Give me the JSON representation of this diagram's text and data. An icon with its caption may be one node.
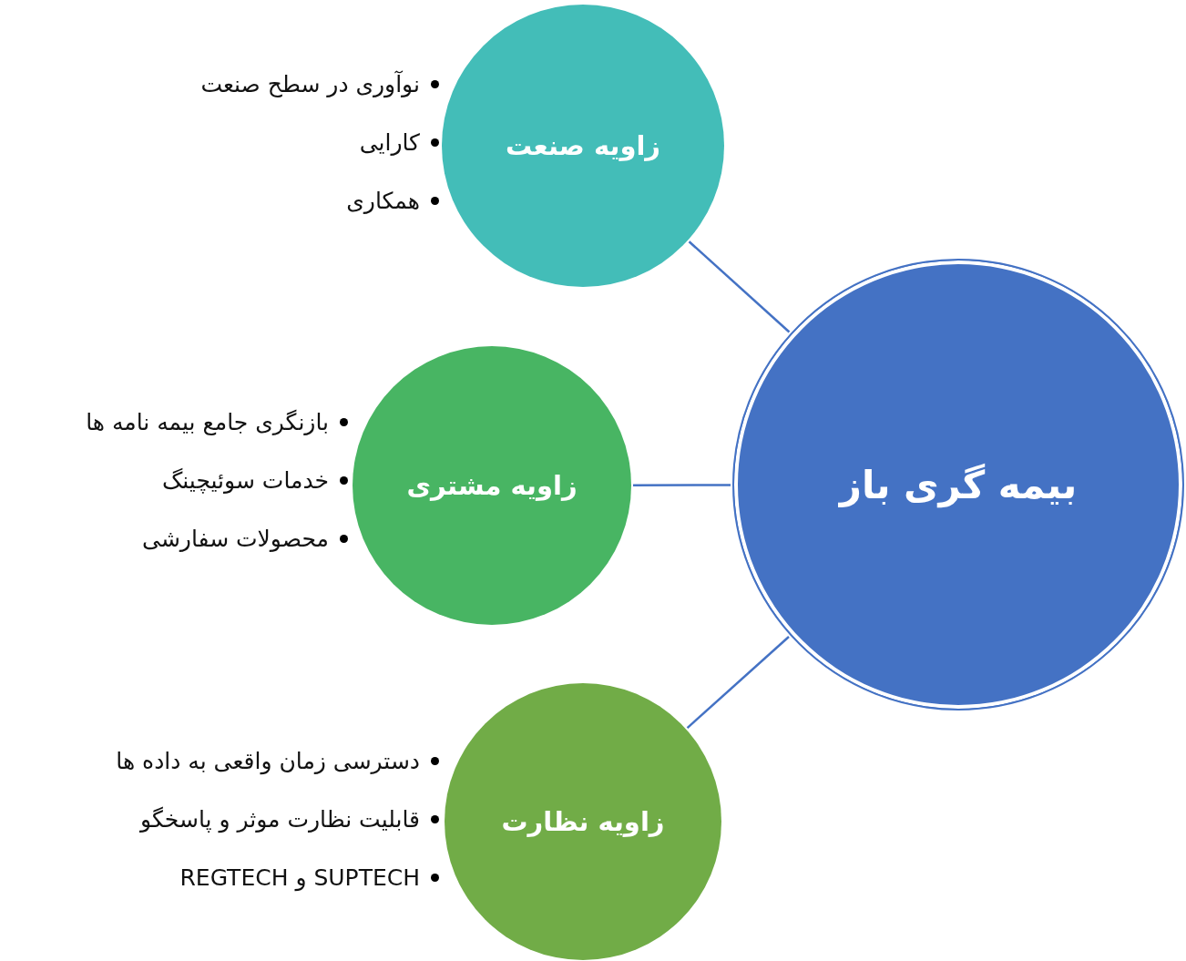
{
  "diagram": {
    "nodes": [
      {
        "text": [
          "بیمه گری باز"
        ]
      },
      {
        "text": [
          "زاویه صنعت"
        ],
        "beside": [
          "نوآوری در سطح صنعت",
          "کارایی",
          "همکاری"
        ]
      },
      {
        "text": [
          "زاویه مشتری"
        ],
        "beside": [
          "بازنگری جامع بیمه نامه ها",
          "خدمات سوئیچینگ",
          "محصولات سفارشی"
        ]
      },
      {
        "text": [
          "زاویه نظارت"
        ],
        "beside": [
          "دسترسی زمان واقعی به داده ها",
          "قابلیت نظارت موثر و پاسخگو",
          "SUPTECH و REGTECH"
        ]
      }
    ],
    "edges": [
      {
        "from": 0,
        "to": 1,
        "arrow": "none"
      },
      {
        "from": 0,
        "to": 2,
        "arrow": "none"
      },
      {
        "from": 0,
        "to": 3,
        "arrow": "none"
      }
    ]
  }
}
